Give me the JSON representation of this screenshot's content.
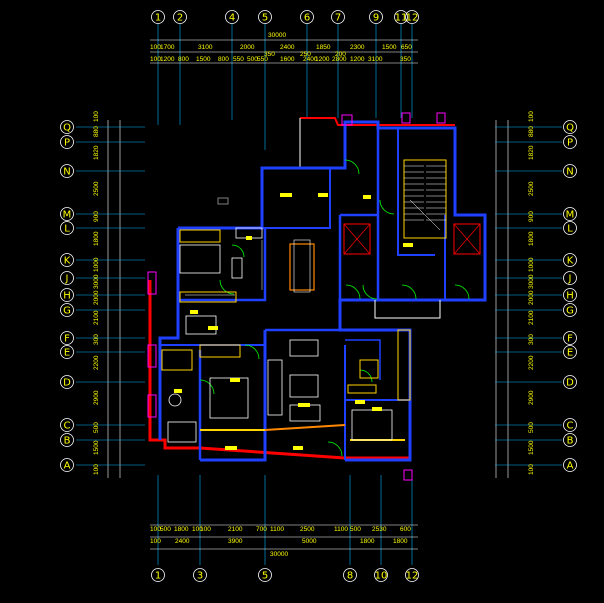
{
  "drawing": {
    "top_axes": [
      "1",
      "2",
      "4",
      "5",
      "6",
      "7",
      "9",
      "11",
      "12"
    ],
    "bottom_axes": [
      "1",
      "3",
      "5",
      "8",
      "10",
      "12"
    ],
    "side_axes": [
      "Q",
      "P",
      "N",
      "M",
      "L",
      "K",
      "J",
      "H",
      "G",
      "F",
      "E",
      "D",
      "C",
      "B",
      "A"
    ],
    "top_total": "30000",
    "bottom_total": "30000",
    "top_row1": [
      "100",
      "1700",
      "3100",
      "2000",
      "2400",
      "1850",
      "2300",
      "1500",
      "650"
    ],
    "top_row2": [
      "100",
      "1200",
      "800",
      "1500",
      "800",
      "550",
      "500",
      "550",
      "1600",
      "2400",
      "1200",
      "2800",
      "1200",
      "3100",
      "350"
    ],
    "top_small": [
      "350",
      "250",
      "200"
    ],
    "bottom_row1": [
      "100",
      "500",
      "1800",
      "100",
      "100",
      "2100",
      "700",
      "1100",
      "2500",
      "1100",
      "500",
      "2530",
      "600"
    ],
    "bottom_row2": [
      "100",
      "2400",
      "3900",
      "5000",
      "1800",
      "1800"
    ],
    "left_dims": [
      "100",
      "880",
      "1820",
      "2500",
      "900",
      "1800",
      "1000",
      "3000",
      "2000",
      "2100",
      "300",
      "2200",
      "2900",
      "500",
      "1500",
      "100"
    ],
    "right_dims": [
      "100",
      "880",
      "1820",
      "2500",
      "900",
      "1800",
      "1000",
      "3000",
      "2000",
      "2100",
      "300",
      "2200",
      "2900",
      "500",
      "1500",
      "100"
    ]
  },
  "colors": {
    "background": "#000000",
    "axis": "#ffff00",
    "grid": "#00c8ff",
    "wall": "#0000ff",
    "wall_ext": "#ff0000",
    "furniture": "#ffffff",
    "accent": "#ff00ff",
    "green": "#00ff00"
  }
}
